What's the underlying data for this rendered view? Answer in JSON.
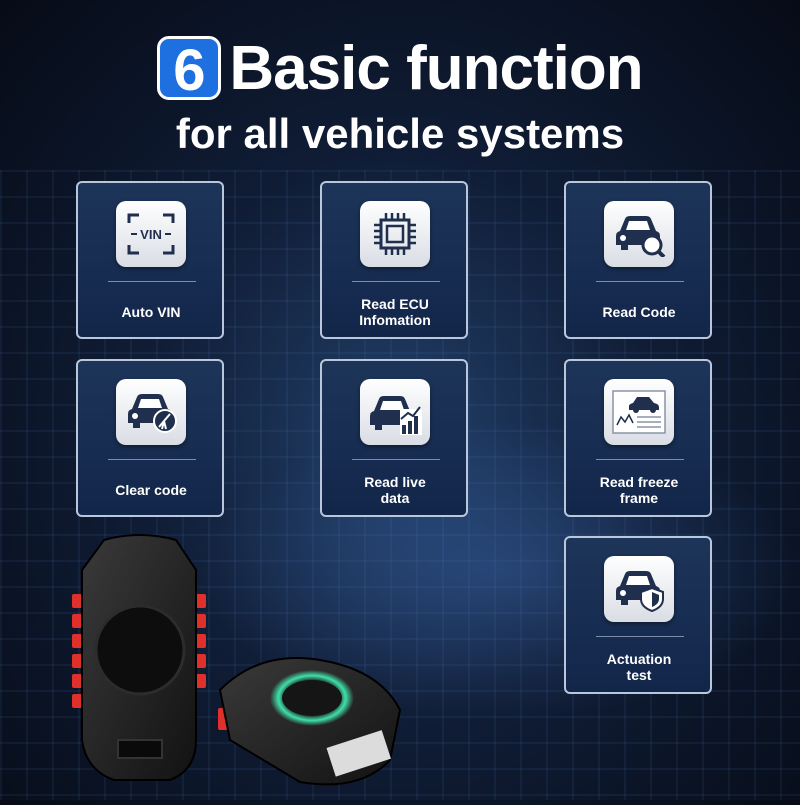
{
  "header": {
    "number": "6",
    "title": "Basic function",
    "subtitle": "for all vehicle systems"
  },
  "functions": [
    {
      "label": "Auto VIN",
      "icon": "vin-icon"
    },
    {
      "label": "Read ECU\nInfomation",
      "icon": "chip-icon"
    },
    {
      "label": "Read Code",
      "icon": "car-search-icon"
    },
    {
      "label": "Clear code",
      "icon": "car-broom-icon"
    },
    {
      "label": "Read live\ndata",
      "icon": "car-chart-icon"
    },
    {
      "label": "Read freeze\nframe",
      "icon": "freeze-frame-icon"
    },
    {
      "label": "Actuation\ntest",
      "icon": "car-shield-icon"
    }
  ],
  "icon_vin_text": "VIN",
  "colors": {
    "accent": "#1e6fe0",
    "card_bg": "#1d3559",
    "icon_dark": "#1f2f4d",
    "device_red": "#e0302b",
    "device_glow": "#3fe0a8"
  }
}
